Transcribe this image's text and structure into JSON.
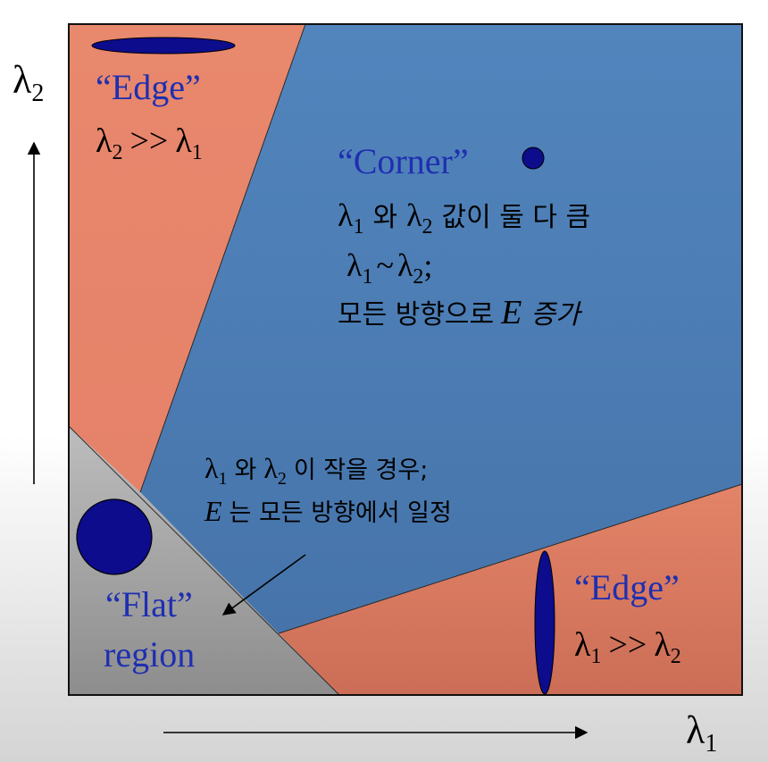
{
  "axes": {
    "x_symbol": "λ",
    "x_subscript": "1",
    "y_symbol": "λ",
    "y_subscript": "2"
  },
  "regions": {
    "edge_top": {
      "label": "“Edge”",
      "cond_a": "λ",
      "cond_a_sub": "2",
      "cond_op": ">>",
      "cond_b": "λ",
      "cond_b_sub": "1"
    },
    "corner": {
      "label": "“Corner”",
      "line1_a": "λ",
      "line1_a_sub": "1",
      "line1_mid": "와",
      "line1_b": "λ",
      "line1_b_sub": "2",
      "line1_rest": "값이 둘 다 큼",
      "line2_a": "λ",
      "line2_a_sub": "1",
      "line2_op": "~",
      "line2_b": "λ",
      "line2_b_sub": "2",
      "line2_end": ";",
      "line3_text": "모든 방향으로",
      "line3_E": "E",
      "line3_end": "증가"
    },
    "flat": {
      "label": "“Flat”",
      "label2": "region",
      "note_a": "λ",
      "note_a_sub": "1",
      "note_mid": "와",
      "note_b": "λ",
      "note_b_sub": "2",
      "note_rest": "이 작을 경우;",
      "note2_E": "E",
      "note2_rest": "는 모든 방향에서 일정"
    },
    "edge_right": {
      "label": "“Edge”",
      "cond_a": "λ",
      "cond_a_sub": "1",
      "cond_op": ">>",
      "cond_b": "λ",
      "cond_b_sub": "2"
    }
  },
  "colors": {
    "edge_region": "#e8866a",
    "corner_region": "#4f80b8",
    "flat_region": "#a8a8a8",
    "label_blue": "#1f2fb0",
    "marker": "#0c0c8c"
  }
}
